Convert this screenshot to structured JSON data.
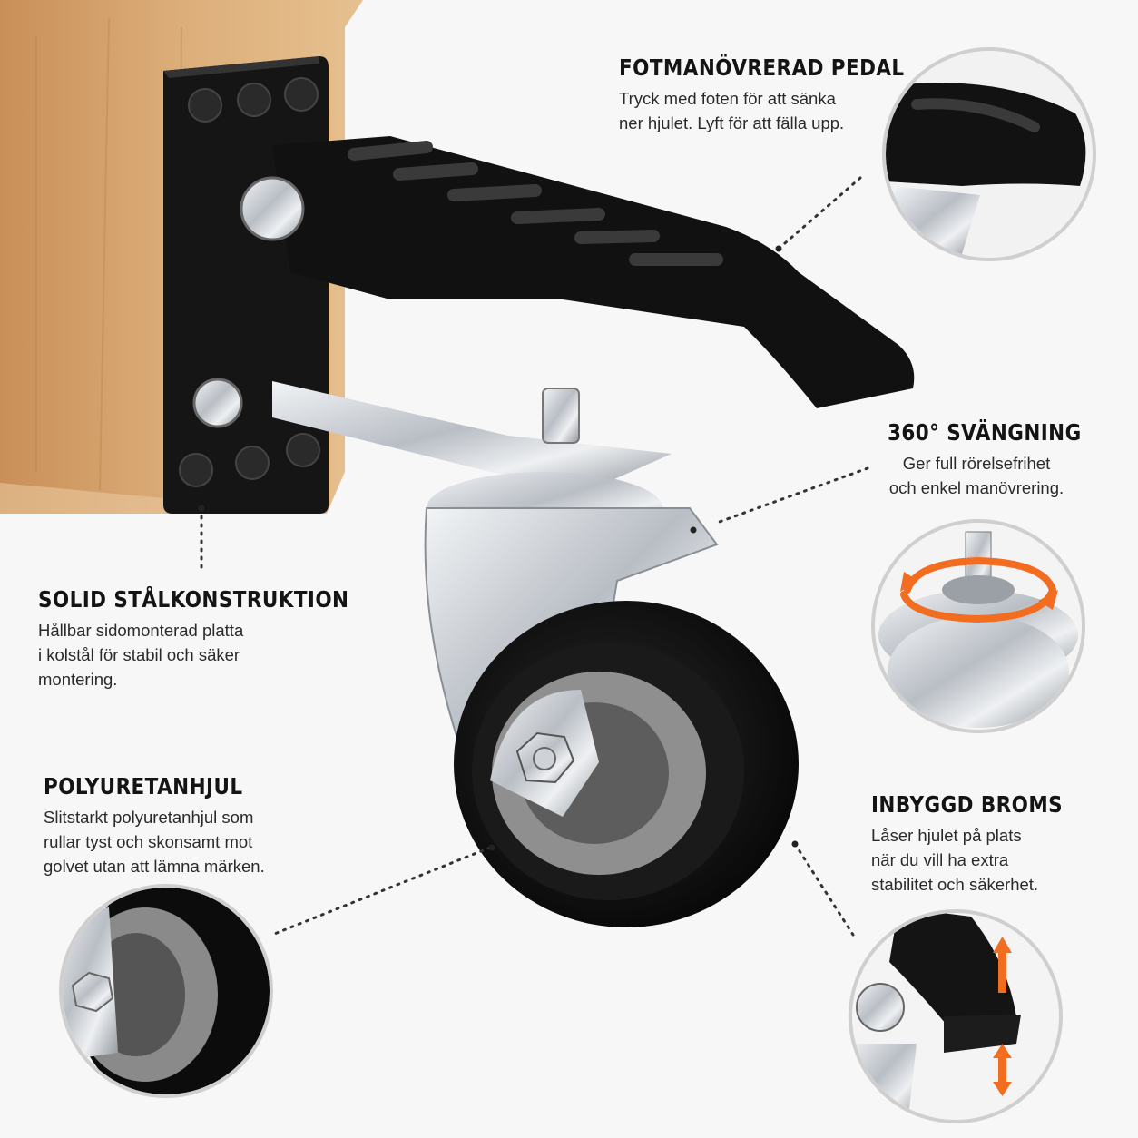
{
  "features": {
    "pedal": {
      "title": "FOTMANÖVRERAD PEDAL",
      "lines": [
        "Tryck med foten för att sänka",
        "ner hjulet. Lyft för att fälla upp."
      ]
    },
    "swivel": {
      "title": "360° SVÄNGNING",
      "lines": [
        "Ger full rörelsefrihet",
        "och enkel manövrering."
      ]
    },
    "steel": {
      "title": "SOLID STÅLKONSTRUKTION",
      "lines": [
        "Hållbar sidomonterad platta",
        "i kolstål för stabil och säker",
        "montering."
      ]
    },
    "wheel": {
      "title": "POLYURETANHJUL",
      "lines": [
        "Slitstarkt polyuretanhjul som",
        "rullar tyst och skonsamt mot",
        "golvet utan att lämna märken."
      ]
    },
    "brake": {
      "title": "INBYGGD BROMS",
      "lines": [
        "Låser hjulet på plats",
        "när du vill ha extra",
        "stabilitet och säkerhet."
      ]
    }
  },
  "colors": {
    "background": "#f7f7f7",
    "wood": "#d9a772",
    "black_plate": "#141414",
    "zinc": "#c7cbd0",
    "wheel_tread": "#111111",
    "hub_gray": "#8f8f8f",
    "accent_orange": "#f26d1f"
  },
  "icons": {
    "swivel_arrows": "rotation-arrows-icon",
    "brake_arrows": "up-down-arrows-icon"
  }
}
